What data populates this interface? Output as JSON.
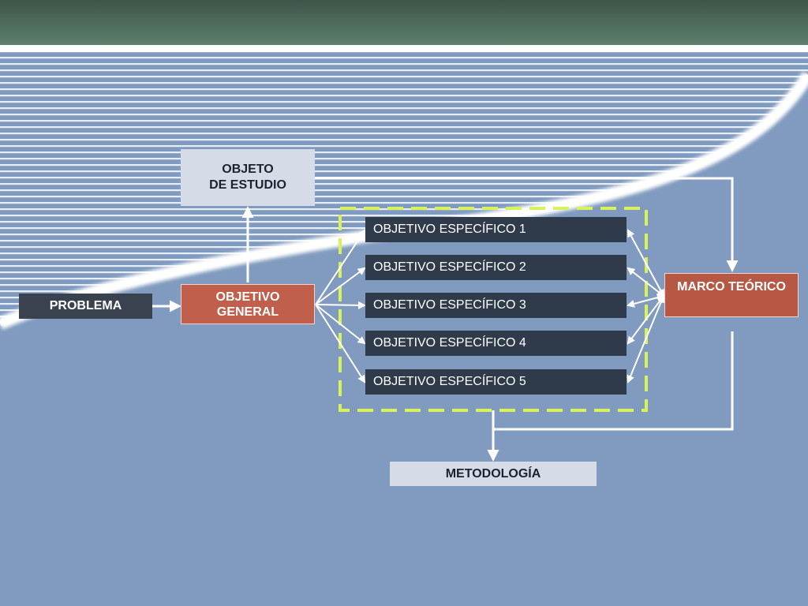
{
  "diagram": {
    "objeto_estudio": {
      "line1": "OBJETO",
      "line2": "DE ESTUDIO"
    },
    "problema": "PROBLEMA",
    "objetivo_general": {
      "line1": "OBJETIVO",
      "line2": "GENERAL"
    },
    "objetivos_especificos": [
      "OBJETIVO ESPECÍFICO 1",
      "OBJETIVO ESPECÍFICO 2",
      "OBJETIVO ESPECÍFICO 3",
      "OBJETIVO ESPECÍFICO 4",
      "OBJETIVO ESPECÍFICO 5"
    ],
    "marco_teorico": "MARCO TEÓRICO",
    "metodologia": "METODOLOGÍA"
  },
  "colors": {
    "background": "#809bbf",
    "top_bar": "#4d6b5c",
    "accent_red": "#c0604c",
    "dark_box": "#2f3a4a",
    "light_box": "#d5dce8",
    "dashed_frame": "#d8f25a"
  }
}
